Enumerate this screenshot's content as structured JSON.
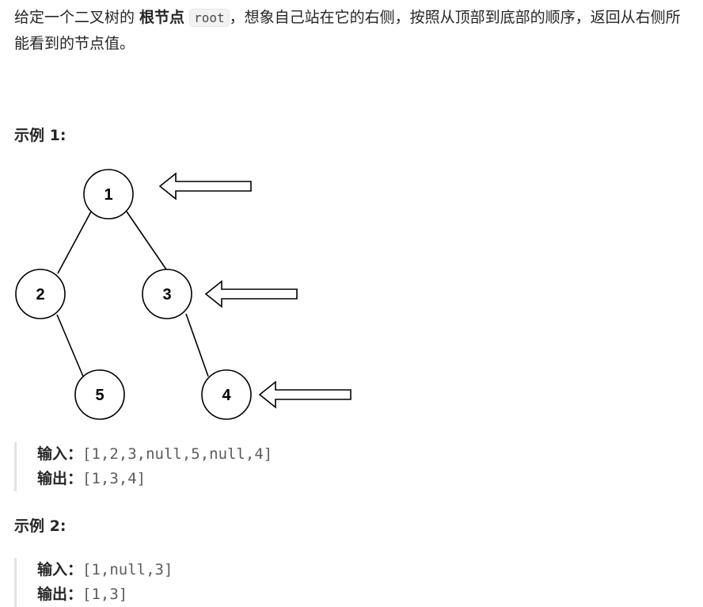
{
  "intro": {
    "part1": "给定一个二叉树的 ",
    "bold": "根节点",
    "code": "root",
    "part2": "，想象自己站在它的右侧，按照从顶部到底部的顺序，返回从右侧所能看到的节点值。"
  },
  "examples": [
    {
      "title": "示例 1:",
      "input_label": "输入：",
      "input_value": "[1,2,3,null,5,null,4]",
      "output_label": "输出：",
      "output_value": "[1,3,4]"
    },
    {
      "title": "示例 2:",
      "input_label": "输入：",
      "input_value": "[1,null,3]",
      "output_label": "输出：",
      "output_value": "[1,3]"
    }
  ],
  "tree": {
    "nodes": [
      "1",
      "2",
      "3",
      "5",
      "4"
    ]
  }
}
